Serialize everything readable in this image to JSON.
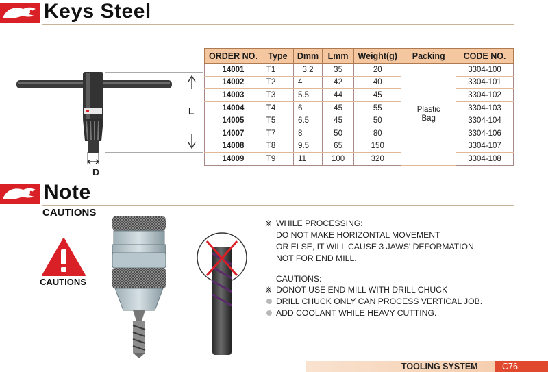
{
  "header": {
    "title": "Keys Steel"
  },
  "table": {
    "columns": [
      "ORDER NO.",
      "Type",
      "Dmm",
      "Lmm",
      "Weight(g)",
      "Packing",
      "CODE NO."
    ],
    "rows": [
      {
        "order": "14001",
        "type": "T1",
        "d": "3.2",
        "l": "35",
        "weight": "20",
        "code": "3304-100"
      },
      {
        "order": "14002",
        "type": "T2",
        "d": "4",
        "l": "42",
        "weight": "40",
        "code": "3304-101"
      },
      {
        "order": "14003",
        "type": "T3",
        "d": "5.5",
        "l": "44",
        "weight": "45",
        "code": "3304-102"
      },
      {
        "order": "14004",
        "type": "T4",
        "d": "6",
        "l": "45",
        "weight": "55",
        "code": "3304-103"
      },
      {
        "order": "14005",
        "type": "T5",
        "d": "6.5",
        "l": "45",
        "weight": "50",
        "code": "3304-104"
      },
      {
        "order": "14007",
        "type": "T7",
        "d": "8",
        "l": "50",
        "weight": "80",
        "code": "3304-106"
      },
      {
        "order": "14008",
        "type": "T8",
        "d": "9.5",
        "l": "65",
        "weight": "150",
        "code": "3304-107"
      },
      {
        "order": "14009",
        "type": "T9",
        "d": "11",
        "l": "100",
        "weight": "320",
        "code": "3304-108"
      }
    ],
    "packing_line1": "Plastic",
    "packing_line2": "Bag"
  },
  "diagram": {
    "length_label": "L",
    "diameter_label": "D"
  },
  "note": {
    "title": "Note",
    "subtitle": "CAUTIONS",
    "warning_label": "CAUTIONS",
    "reference_mark": "※",
    "lines": {
      "processing_head": "WHILE PROCESSING:",
      "processing_1": "DO NOT MAKE HORIZONTAL MOVEMENT",
      "processing_2": "OR ELSE, IT WILL CAUSE 3 JAWS' DEFORMATION.",
      "processing_3": "NOT FOR END MILL.",
      "cautions_head": "CAUTIONS:",
      "caution_1": "DONOT USE END MILL WITH DRILL CHUCK",
      "caution_2": "DRILL CHUCK ONLY CAN PROCESS VERTICAL JOB.",
      "caution_3": "ADD COOLANT WHILE HEAVY CUTTING."
    }
  },
  "footer": {
    "section": "TOOLING SYSTEM",
    "page": "C76"
  },
  "colors": {
    "brand_red": "#d92027",
    "table_header": "#f5c7a1",
    "page_tab": "#e0492e"
  },
  "icons": [
    "eagle-logo-icon",
    "warning-triangle-icon",
    "prohibited-end-mill-icon"
  ]
}
